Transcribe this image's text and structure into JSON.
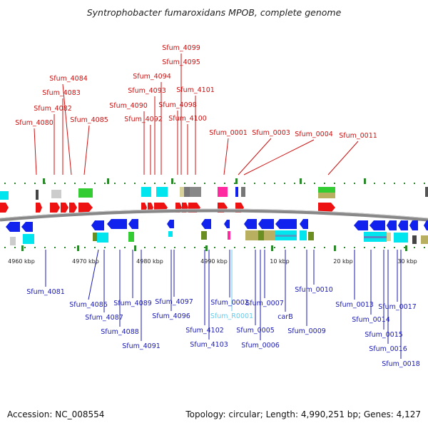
{
  "title": "Syntrophobacter fumaroxidans MPOB, complete genome",
  "footer": {
    "accession": "Accession: NC_008554",
    "summary": "Topology: circular; Length: 4,990,251 bp; Genes: 4,127"
  },
  "colors": {
    "upper_label": "#cc1111",
    "lower_label": "#1a1ab3",
    "rna_label": "#66ccee",
    "forward_arrow": "#ee1111",
    "reverse_arrow": "#1122ee",
    "backbone": "#777777",
    "tick_marks": "#2a8a2a"
  },
  "ticks": [
    "4960 kbp",
    "4970 kbp",
    "4980 kbp",
    "4990 kbp",
    "10 kbp",
    "20 kbp",
    "30 kbp"
  ],
  "upper_labels": [
    "Sfum_4099",
    "Sfum_4095",
    "Sfum_4094",
    "Sfum_4093",
    "Sfum_4101",
    "Sfum_4084",
    "Sfum_4083",
    "Sfum_4082",
    "Sfum_4080",
    "Sfum_4085",
    "Sfum_4090",
    "Sfum_4092",
    "Sfum_4098",
    "Sfum_4100",
    "Sfum_0001",
    "Sfum_0003",
    "Sfum_0004",
    "Sfum_0011"
  ],
  "lower_labels": [
    "Sfum_4081",
    "Sfum_4086",
    "Sfum_4087",
    "Sfum_4088",
    "Sfum_4089",
    "Sfum_4091",
    "Sfum_4097",
    "Sfum_4096",
    "Sfum_4102",
    "Sfum_4103",
    "Sfum_0002",
    "Sfum_R0001",
    "Sfum_0005",
    "Sfum_0006",
    "Sfum_0007",
    "carB",
    "Sfum_0009",
    "Sfum_0010",
    "Sfum_0013",
    "Sfum_0014",
    "Sfum_0015",
    "Sfum_0016",
    "Sfum_0017",
    "Sfum_0018"
  ]
}
